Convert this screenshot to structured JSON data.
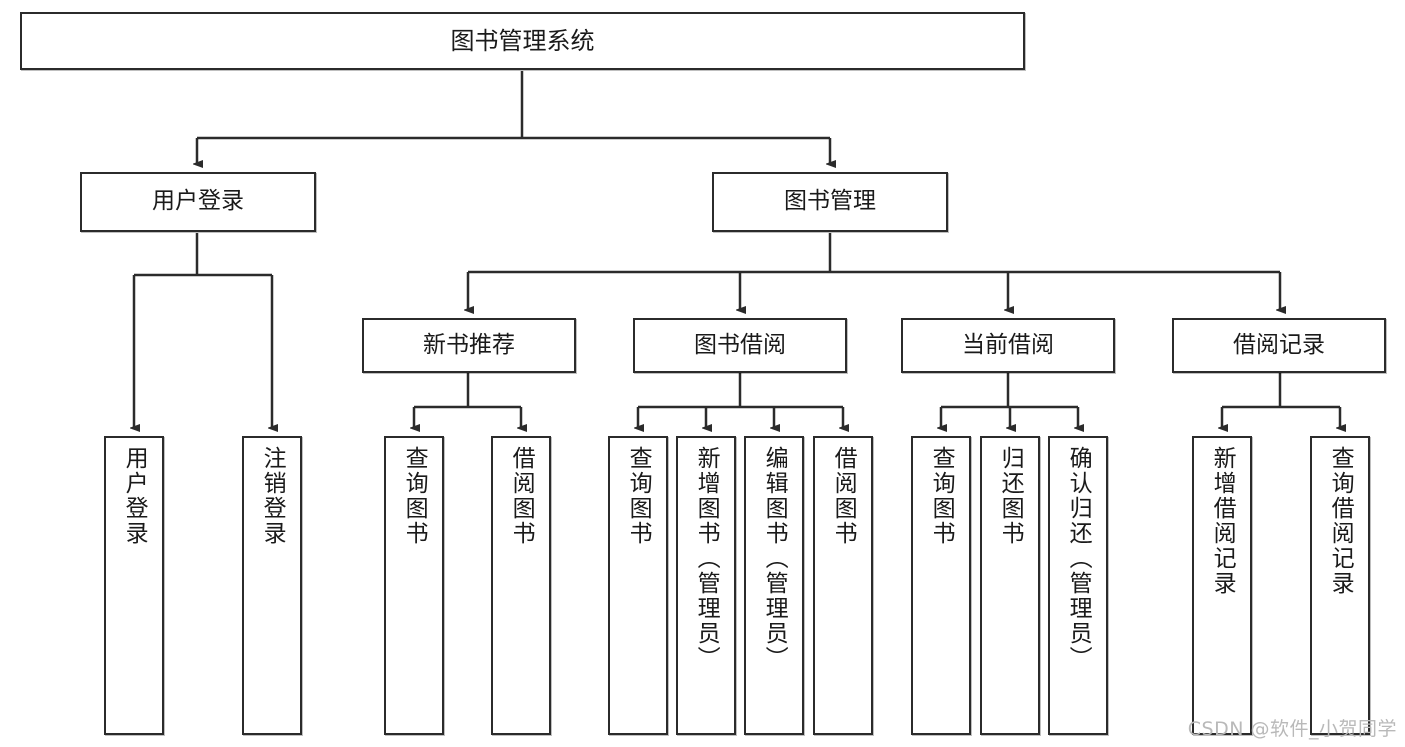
{
  "diagram": {
    "title": "图书管理系统",
    "type": "hierarchy-tree",
    "watermark": "CSDN @软件_小贺同学",
    "colors": {
      "stroke": "#2b2b2b",
      "fill": "#ffffff",
      "text": "#1a1a1a",
      "watermark": "#b9b9b9"
    },
    "levels": {
      "root": "图书管理系统",
      "level2": [
        "用户登录",
        "图书管理"
      ],
      "level3": [
        "新书推荐",
        "图书借阅",
        "当前借阅",
        "借阅记录"
      ]
    },
    "nodes": {
      "root": {
        "label": "图书管理系统"
      },
      "user_login": {
        "label": "用户登录"
      },
      "book_manage": {
        "label": "图书管理"
      },
      "new_book_rec": {
        "label": "新书推荐"
      },
      "book_borrow": {
        "label": "图书借阅"
      },
      "current_borrow": {
        "label": "当前借阅"
      },
      "borrow_record": {
        "label": "借阅记录"
      },
      "leaf_user_login": {
        "label": "用户登录"
      },
      "leaf_logout": {
        "label": "注销登录"
      },
      "leaf_query_book_1": {
        "label": "查询图书"
      },
      "leaf_borrow_book_1": {
        "label": "借阅图书"
      },
      "leaf_query_book_2": {
        "label": "查询图书"
      },
      "leaf_add_book": {
        "label": "新增图书（管理员）"
      },
      "leaf_edit_book": {
        "label": "编辑图书（管理员）"
      },
      "leaf_borrow_book_2": {
        "label": "借阅图书"
      },
      "leaf_query_book_3": {
        "label": "查询图书"
      },
      "leaf_return_book": {
        "label": "归还图书"
      },
      "leaf_confirm_return": {
        "label": "确认归还（管理员）"
      },
      "leaf_add_record": {
        "label": "新增借阅记录"
      },
      "leaf_query_record": {
        "label": "查询借阅记录"
      }
    }
  }
}
